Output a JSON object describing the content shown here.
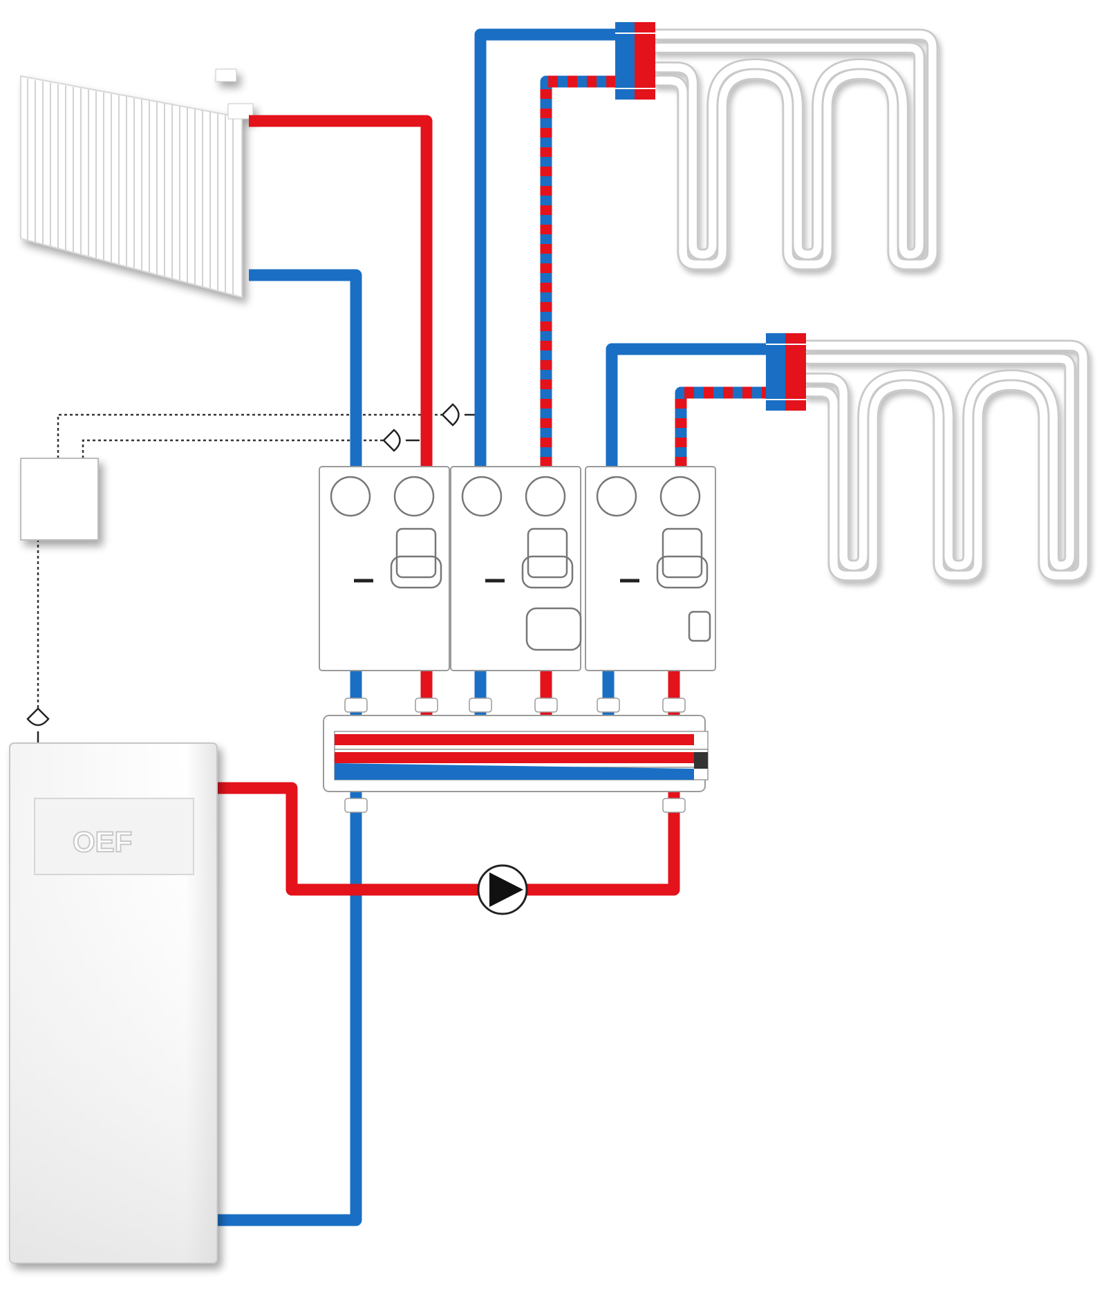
{
  "diagram": {
    "type": "hydronic-heating-schematic",
    "colors": {
      "supply": "#e3121b",
      "return": "#1a6fc4",
      "mixed_dash": [
        "#e3121b",
        "#1a6fc4"
      ],
      "equipment_fill": "#ffffff",
      "equipment_stroke": "#9a9a9a",
      "control_wire": "#333333"
    },
    "components": [
      {
        "name": "radiator",
        "icon": "radiator-icon"
      },
      {
        "name": "underfloor-loop-upper",
        "icon": "floor-heating-coil-icon"
      },
      {
        "name": "underfloor-loop-lower",
        "icon": "floor-heating-coil-icon"
      },
      {
        "name": "controller",
        "icon": "control-box-icon"
      },
      {
        "name": "pump-module-direct",
        "icon": "pump-group-icon"
      },
      {
        "name": "pump-module-mixed-1",
        "icon": "pump-group-icon"
      },
      {
        "name": "pump-module-mixed-2",
        "icon": "pump-group-icon"
      },
      {
        "name": "distribution-manifold",
        "icon": "manifold-icon"
      },
      {
        "name": "boiler-circulation-pump",
        "icon": "pump-symbol-icon"
      },
      {
        "name": "boiler",
        "icon": "boiler-icon"
      },
      {
        "name": "temperature-sensors",
        "icon": "sensor-icon"
      }
    ],
    "boiler_logo": "OEF"
  }
}
